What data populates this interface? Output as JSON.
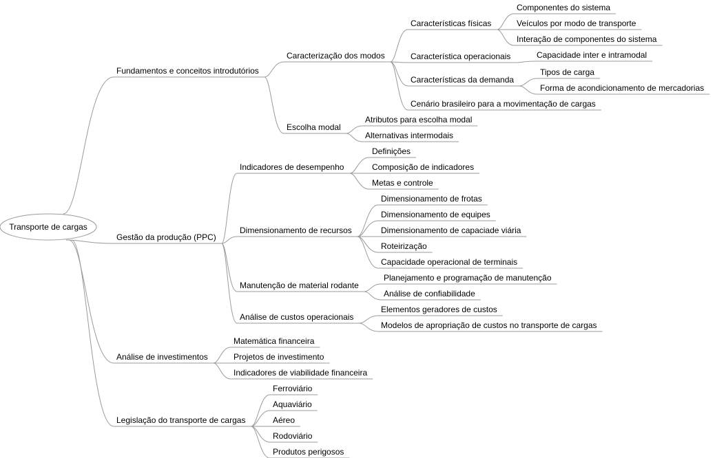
{
  "mindmap": {
    "root": "Transporte de cargas",
    "branches": [
      {
        "label": "Fundamentos e conceitos introdutórios",
        "children": [
          {
            "label": "Caracterização dos modos",
            "children": [
              {
                "label": "Características físicas",
                "children": [
                  {
                    "label": "Componentes do sistema"
                  },
                  {
                    "label": "Veículos por modo de transporte"
                  },
                  {
                    "label": "Interação de componentes do sistema"
                  }
                ]
              },
              {
                "label": "Característica operacionais",
                "children": [
                  {
                    "label": "Capacidade inter e intramodal"
                  }
                ]
              },
              {
                "label": "Características da demanda",
                "children": [
                  {
                    "label": "Tipos de carga"
                  },
                  {
                    "label": "Forma de acondicionamento de mercadorias"
                  }
                ]
              },
              {
                "label": "Cenário brasileiro para a movimentação de cargas"
              }
            ]
          },
          {
            "label": "Escolha modal",
            "children": [
              {
                "label": "Atributos para escolha modal"
              },
              {
                "label": "Alternativas intermodais"
              }
            ]
          }
        ]
      },
      {
        "label": "Gestão da produção (PPC)",
        "children": [
          {
            "label": "Indicadores de desempenho",
            "children": [
              {
                "label": "Definições"
              },
              {
                "label": "Composição de indicadores"
              },
              {
                "label": "Metas e controle"
              }
            ]
          },
          {
            "label": "Dimensionamento de recursos",
            "children": [
              {
                "label": "Dimensionamento de frotas"
              },
              {
                "label": "Dimensionamento de equipes"
              },
              {
                "label": "Dimensionamento de capaciade viária"
              },
              {
                "label": "Roteirização"
              },
              {
                "label": "Capacidade operacional de terminais"
              }
            ]
          },
          {
            "label": "Manutenção de material rodante",
            "children": [
              {
                "label": "Planejamento e programação de manutenção"
              },
              {
                "label": "Análise de confiabilidade"
              }
            ]
          },
          {
            "label": "Análise de custos operacionais",
            "children": [
              {
                "label": "Elementos geradores de custos"
              },
              {
                "label": "Modelos de apropriação de custos no transporte de cargas"
              }
            ]
          }
        ]
      },
      {
        "label": "Análise de investimentos",
        "children": [
          {
            "label": "Matemática financeira"
          },
          {
            "label": "Projetos de investimento"
          },
          {
            "label": "Indicadores de viabilidade financeira"
          }
        ]
      },
      {
        "label": "Legislação do transporte de cargas",
        "children": [
          {
            "label": "Ferroviário"
          },
          {
            "label": "Aquaviário"
          },
          {
            "label": "Aéreo"
          },
          {
            "label": "Rodoviário"
          },
          {
            "label": "Produtos perigosos"
          }
        ]
      }
    ]
  },
  "colors": {
    "line": "#9a9a9a",
    "text": "#000000",
    "background": "#ffffff"
  }
}
